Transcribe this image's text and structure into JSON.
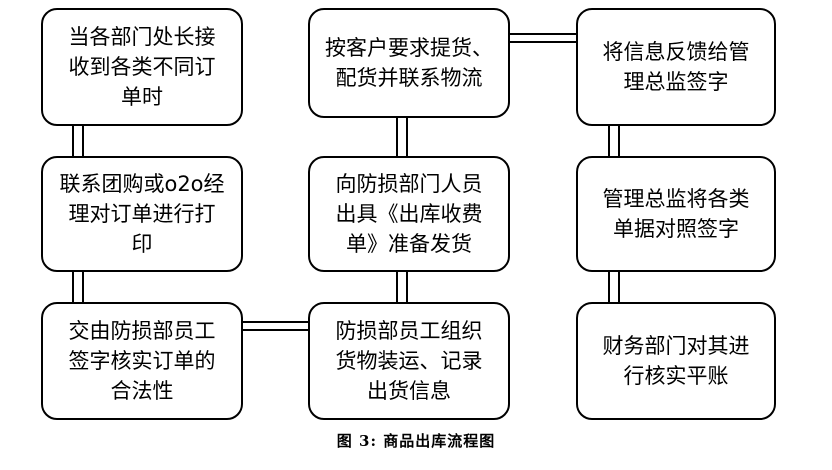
{
  "nodes": {
    "n1": "当各部门处长接\n收到各类不同订\n单时",
    "n2": "联系团购或o2o经\n理对订单进行打\n印",
    "n3": "交由防损部员工\n签字核实订单的\n合法性",
    "n4": "防损部员工组织\n货物装运、记录\n出货信息",
    "n5": "向防损部门人员\n出具《出库收费\n单》准备发货",
    "n6": "按客户要求提货、\n配货并联系物流",
    "n7": "将信息反馈给管\n理总监签字",
    "n8": "管理总监将各类\n单据对照签字",
    "n9": "财务部门对其进\n行核实平账"
  },
  "caption": "图 3: 商品出库流程图"
}
